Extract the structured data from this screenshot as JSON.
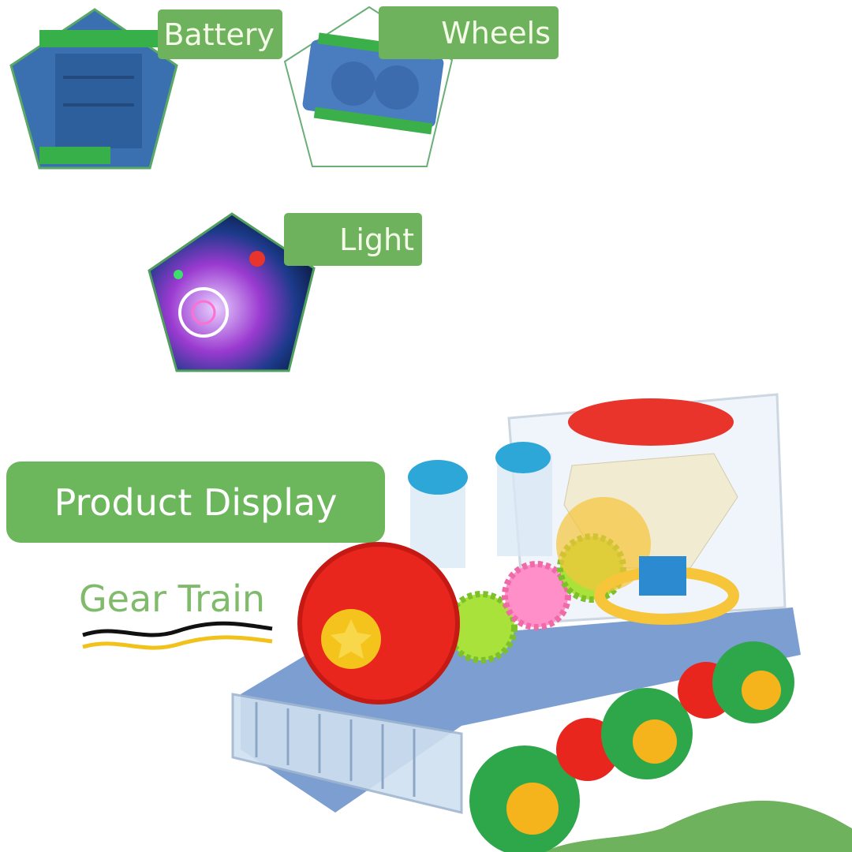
{
  "features": [
    {
      "label": "Battery",
      "icon": "battery-compartment"
    },
    {
      "label": "Wheels",
      "icon": "wheels-underside"
    },
    {
      "label": "Light",
      "icon": "light-effect"
    }
  ],
  "section_title": "Product Display",
  "subtitle": "Gear Train",
  "colors": {
    "brand_green": "#6fb25d",
    "accent_yellow": "#f4c21a",
    "toy_red": "#e8261e",
    "toy_blue": "#3f86c9"
  }
}
